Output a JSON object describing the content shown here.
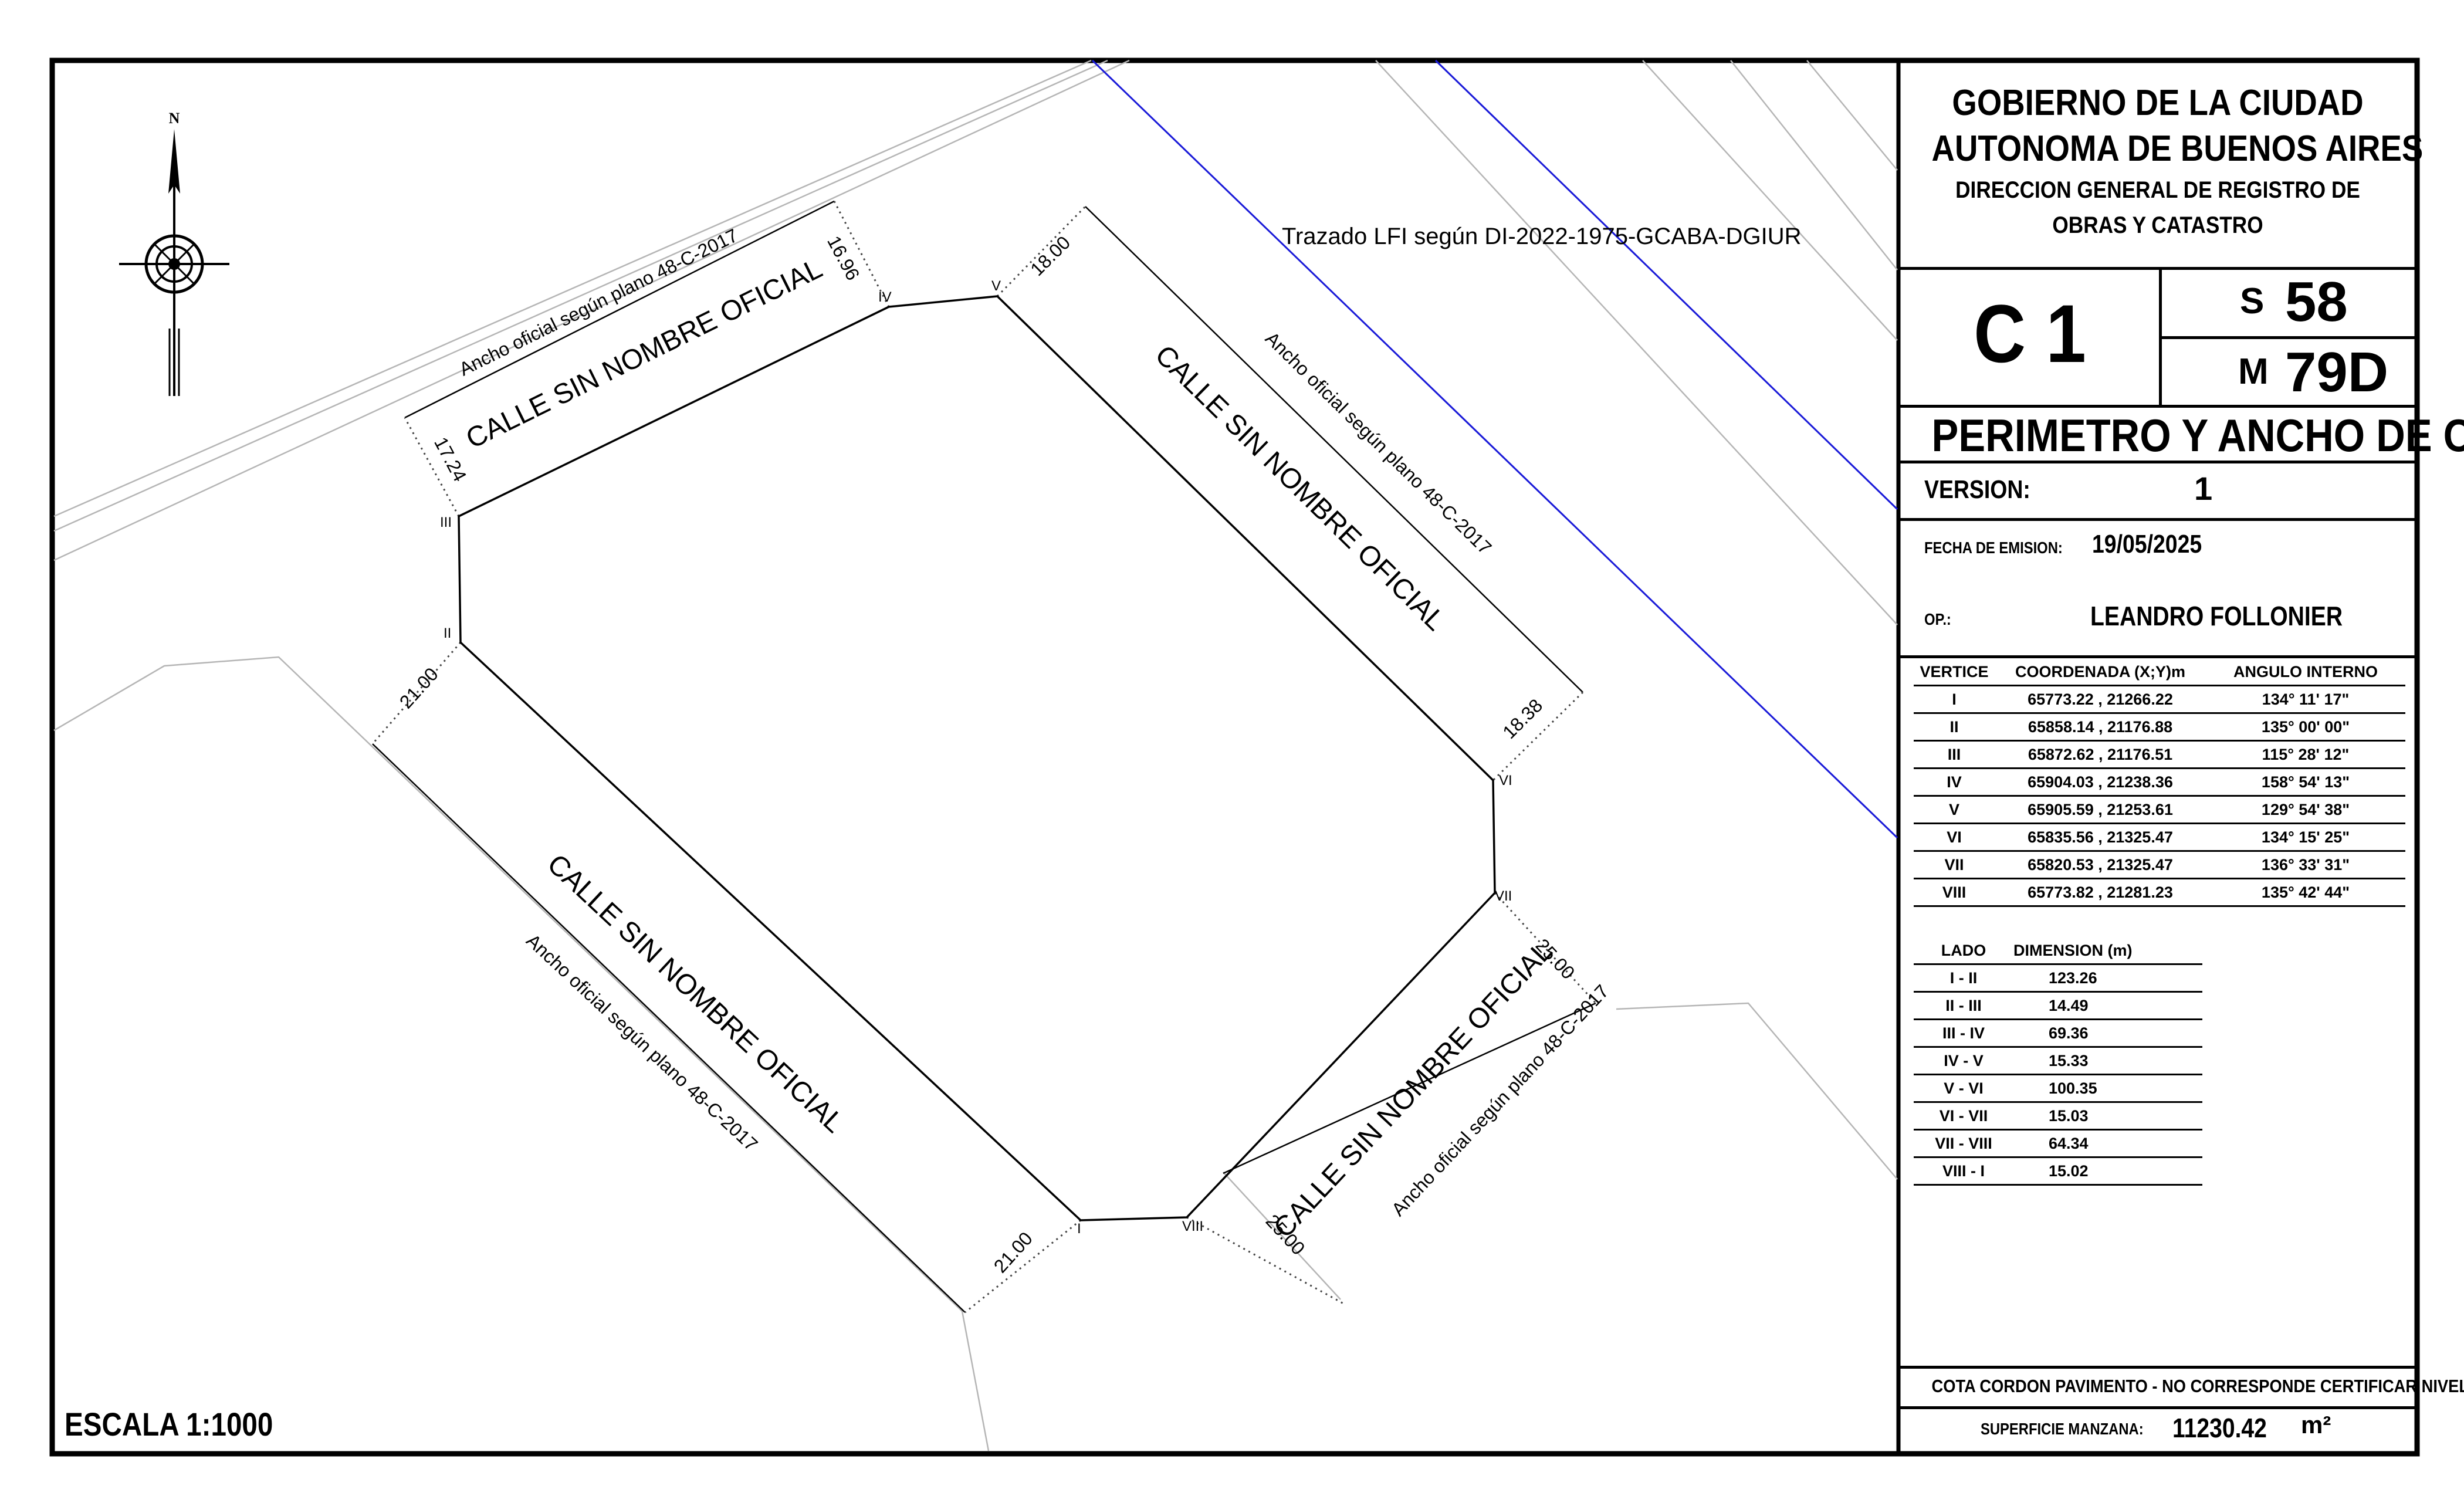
{
  "map": {
    "escala": "ESCALA 1:1000",
    "trazado_label": "Trazado LFI según DI-2022-1975-GCABA-DGIUR",
    "north_label": "N",
    "street_names": [
      "CALLE SIN NOMBRE OFICIAL",
      "CALLE SIN NOMBRE OFICIAL",
      "CALLE SIN NOMBRE OFICIAL",
      "CALLE SIN NOMBRE OFICIAL"
    ],
    "ancho_labels": [
      "Ancho oficial según plano 48-C-2017",
      "Ancho oficial según plano 48-C-2017",
      "Ancho oficial según plano 48-C-2017",
      "Ancho oficial según plano 48-C-2017"
    ],
    "dims": [
      "16.96",
      "17.24",
      "18.00",
      "18.38",
      "21.00",
      "21.00",
      "25.00",
      "25.00"
    ],
    "vertex_labels": [
      "I",
      "II",
      "III",
      "IV",
      "V",
      "VI",
      "VII",
      "VIII"
    ]
  },
  "panel": {
    "gov_line1": "GOBIERNO DE LA CIUDAD",
    "gov_line2": "AUTONOMA DE BUENOS AIRES",
    "dir_line1": "DIRECCION GENERAL DE REGISTRO DE",
    "dir_line2": "OBRAS Y CATASTRO",
    "circ": "C 1",
    "s_label": "S",
    "s_value": "58",
    "m_label": "M",
    "m_value": "79D",
    "doc_title": "PERIMETRO Y ANCHO DE CALLE",
    "version_label": "VERSION:",
    "version_value": "1",
    "fecha_label": "FECHA DE EMISION:",
    "fecha_value": "19/05/2025",
    "op_label": "OP.:",
    "op_value": "LEANDRO FOLLONIER",
    "cota": "COTA CORDON PAVIMENTO - NO CORRESPONDE CERTIFICAR NIVEL",
    "superficie_label": "SUPERFICIE MANZANA:",
    "superficie_value": "11230.42",
    "superficie_unit": "m²"
  },
  "vertices_table": {
    "headers": [
      "VERTICE",
      "COORDENADA (X;Y)m",
      "ANGULO INTERNO"
    ],
    "rows": [
      [
        "I",
        "65773.22 , 21266.22",
        "134° 11' 17\""
      ],
      [
        "II",
        "65858.14 , 21176.88",
        "135° 00' 00\""
      ],
      [
        "III",
        "65872.62 , 21176.51",
        "115° 28' 12\""
      ],
      [
        "IV",
        "65904.03 , 21238.36",
        "158° 54' 13\""
      ],
      [
        "V",
        "65905.59 , 21253.61",
        "129° 54' 38\""
      ],
      [
        "VI",
        "65835.56 , 21325.47",
        "134° 15' 25\""
      ],
      [
        "VII",
        "65820.53 , 21325.47",
        "136° 33' 31\""
      ],
      [
        "VIII",
        "65773.82 , 21281.23",
        "135° 42' 44\""
      ]
    ]
  },
  "lados_table": {
    "headers": [
      "LADO",
      "DIMENSION (m)"
    ],
    "rows": [
      [
        "I - II",
        "123.26"
      ],
      [
        "II - III",
        "14.49"
      ],
      [
        "III - IV",
        "69.36"
      ],
      [
        "IV - V",
        "15.33"
      ],
      [
        "V - VI",
        "100.35"
      ],
      [
        "VI - VII",
        "15.03"
      ],
      [
        "VII - VIII",
        "64.34"
      ],
      [
        "VIII - I",
        "15.02"
      ]
    ]
  }
}
